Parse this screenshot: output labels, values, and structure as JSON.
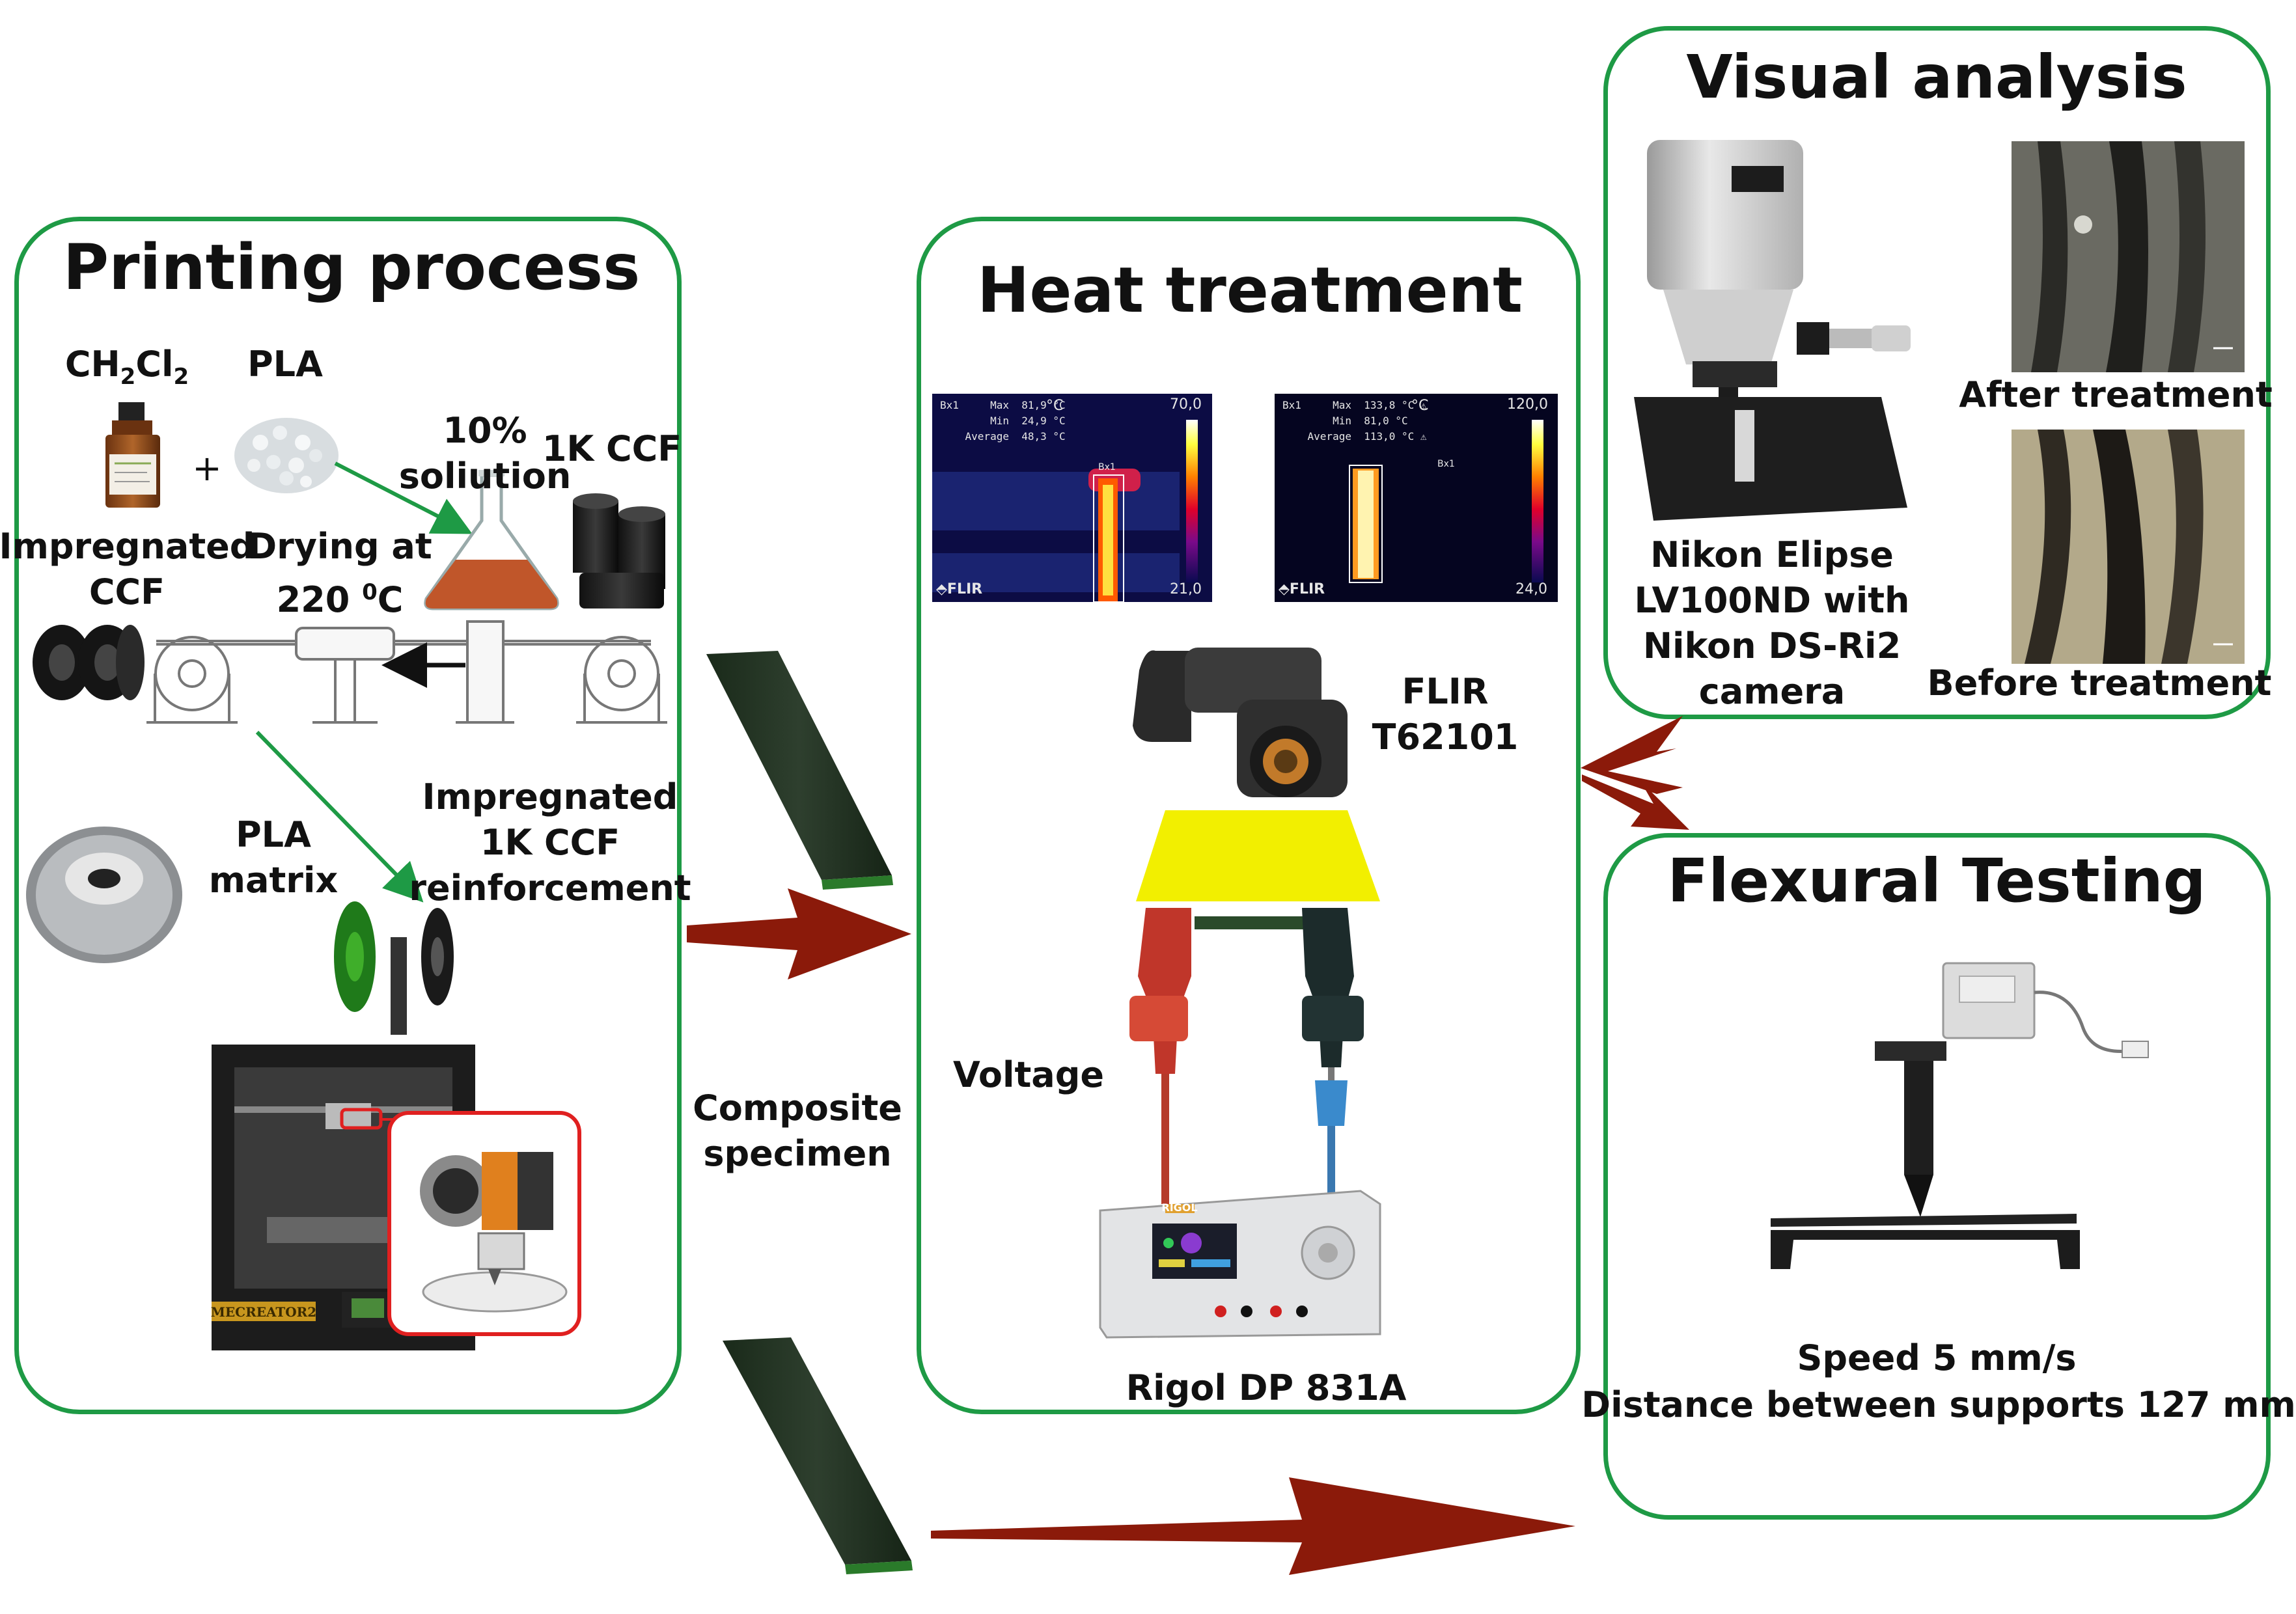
{
  "panels": {
    "printing": {
      "title": "Printing process",
      "labels": {
        "solvent_prefix": "CH",
        "solvent_sub1": "2",
        "solvent_mid": "Cl",
        "solvent_sub2": "2",
        "pla": "PLA",
        "plus": "+",
        "solution_line1": "10%",
        "solution_line2": "soliution",
        "ccf_1k": "1K CCF",
        "impregnated_line1": "Impregnated",
        "impregnated_line2": "CCF",
        "drying_line1": "Drying at",
        "drying_line2_num": "220 ",
        "drying_line2_sup": "0",
        "drying_line2_unit": "C",
        "pla_matrix_line1": "PLA",
        "pla_matrix_line2": "matrix",
        "reinforcement_line1": "Impregnated",
        "reinforcement_line2": "1K CCF",
        "reinforcement_line3": "reinforcement",
        "printer_brand": "MECREATOR2"
      }
    },
    "heat": {
      "title": "Heat treatment",
      "thermal_left": {
        "header": "Bx1     Max  81,9 °C\n        Min  24,9 °C\n    Average  48,3 °C",
        "unit": "°C",
        "scale_max": "70,0",
        "scale_min": "21,0",
        "box_label": "Bx1",
        "brand": "⬘FLIR"
      },
      "thermal_right": {
        "header": "Bx1     Max  133,8 °C ⚠\n        Min  81,0 °C\n    Average  113,0 °C ⚠",
        "unit": "°C",
        "scale_max": "120,0",
        "scale_min": "24,0",
        "box_label": "Bx1",
        "brand": "⬘FLIR"
      },
      "camera_line1": "FLIR",
      "camera_line2": "T62101",
      "voltage": "Voltage",
      "power_supply": "Rigol DP 831A",
      "supply_brand": "RIGOL"
    },
    "visual": {
      "title": "Visual analysis",
      "microscope_line1": "Nikon Elipse",
      "microscope_line2": "LV100ND with",
      "microscope_line3": "Nikon DS-Ri2",
      "microscope_line4": "camera",
      "after": "After treatment",
      "before": "Before treatment"
    },
    "flexural": {
      "title": "Flexural Testing",
      "speed": "Speed 5 mm/s",
      "distance": "Distance between supports 127 mm"
    }
  },
  "composite_line1": "Composite",
  "composite_line2": "specimen",
  "colors": {
    "panel_border": "#1e9a45",
    "arrow": "#8b1a0a",
    "green_arrow": "#1e9a45",
    "yellow_filter": "#f2ef00"
  }
}
